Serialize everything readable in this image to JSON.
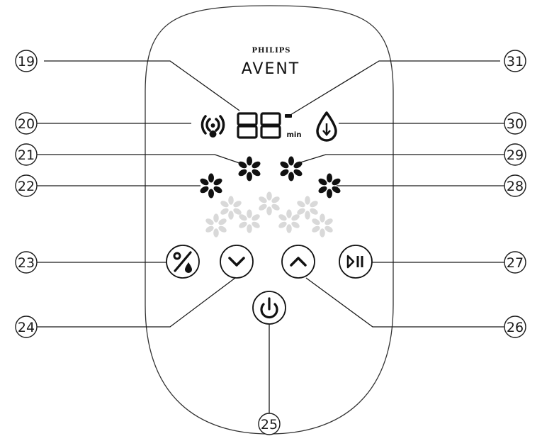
{
  "brand": {
    "maker": "PHILIPS",
    "product": "AVENT"
  },
  "display": {
    "digits": "88",
    "unit": "min"
  },
  "colors": {
    "line": "#1a1a1a",
    "ghost": "#d9d9d9",
    "panel_stroke": "#333333"
  },
  "callouts": [
    {
      "number": "19",
      "icon": "timer-display"
    },
    {
      "number": "20",
      "icon": "stimulation-mode-icon"
    },
    {
      "number": "21",
      "icon": "stimulation-level-indicator"
    },
    {
      "number": "22",
      "icon": "stimulation-level-indicator"
    },
    {
      "number": "23",
      "icon": "mode-button"
    },
    {
      "number": "24",
      "icon": "decrease-button"
    },
    {
      "number": "25",
      "icon": "power-button"
    },
    {
      "number": "26",
      "icon": "increase-button"
    },
    {
      "number": "27",
      "icon": "play-pause-button"
    },
    {
      "number": "28",
      "icon": "expression-level-indicator"
    },
    {
      "number": "29",
      "icon": "expression-level-indicator"
    },
    {
      "number": "30",
      "icon": "expression-mode-icon"
    },
    {
      "number": "31",
      "icon": "battery-icon"
    }
  ]
}
